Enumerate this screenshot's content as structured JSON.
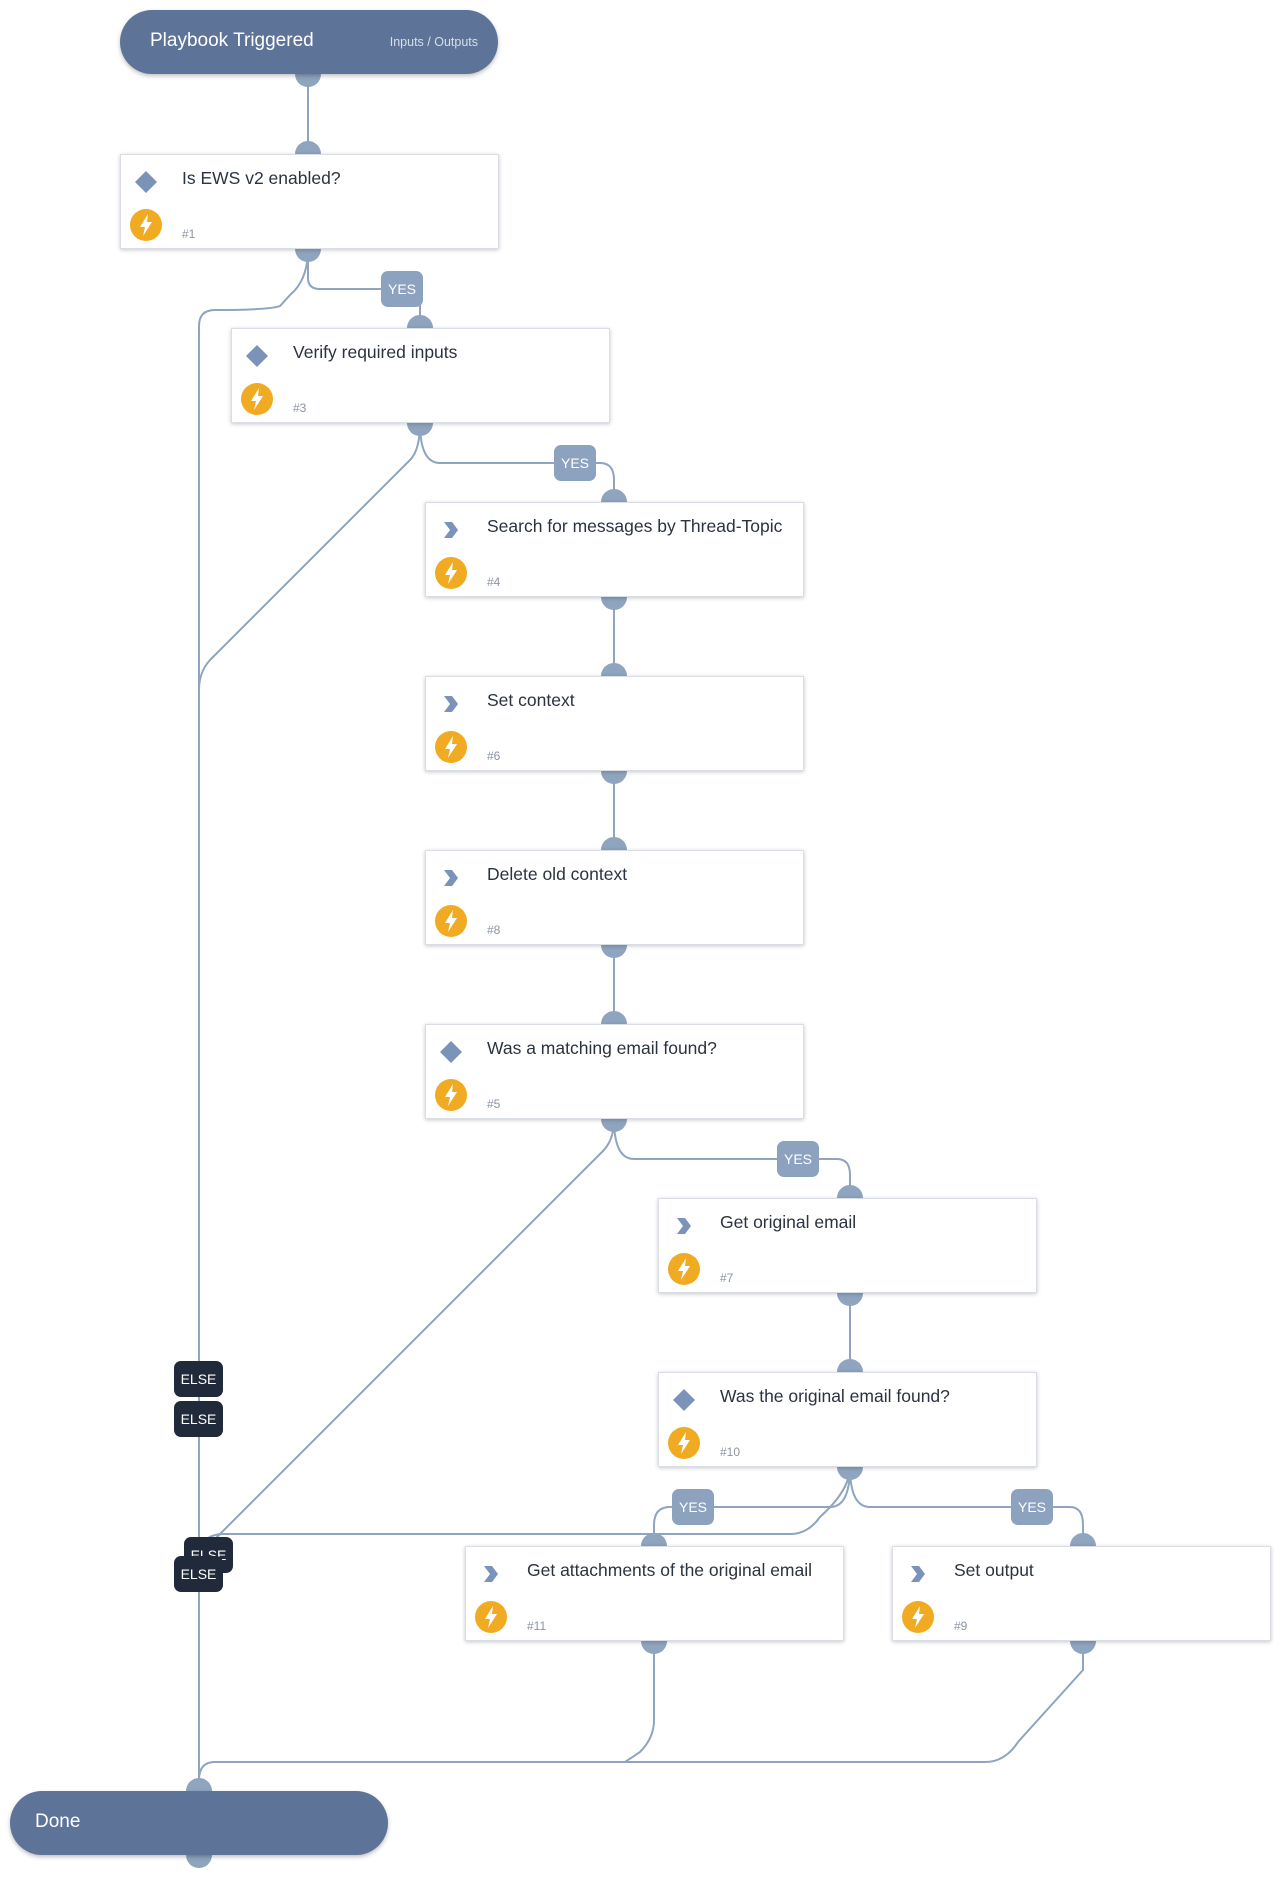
{
  "colors": {
    "edge": "#8ea4bf",
    "pill": "#5d7498",
    "yes_badge": "#8da2bf",
    "else_badge": "#202a3a",
    "bolt": "#f0ab22",
    "condition_icon": "#7b93b8",
    "action_icon": "#7b93b8"
  },
  "start": {
    "title": "Playbook Triggered",
    "links": "Inputs / Outputs"
  },
  "end": {
    "title": "Done"
  },
  "tasks": [
    {
      "id": "#1",
      "name": "Is EWS v2 enabled?",
      "kind": "condition",
      "icon": "diamond-icon"
    },
    {
      "id": "#3",
      "name": "Verify required inputs",
      "kind": "condition",
      "icon": "diamond-icon"
    },
    {
      "id": "#4",
      "name": "Search for messages by Thread-Topic",
      "kind": "action",
      "icon": "chevron-right-icon"
    },
    {
      "id": "#6",
      "name": "Set context",
      "kind": "action",
      "icon": "chevron-right-icon"
    },
    {
      "id": "#8",
      "name": "Delete old context",
      "kind": "action",
      "icon": "chevron-right-icon"
    },
    {
      "id": "#5",
      "name": "Was a matching email found?",
      "kind": "condition",
      "icon": "diamond-icon"
    },
    {
      "id": "#7",
      "name": "Get original email",
      "kind": "action",
      "icon": "chevron-right-icon"
    },
    {
      "id": "#10",
      "name": "Was the original email found?",
      "kind": "condition",
      "icon": "diamond-icon"
    },
    {
      "id": "#11",
      "name": "Get attachments of the original email",
      "kind": "action",
      "icon": "chevron-right-icon"
    },
    {
      "id": "#9",
      "name": "Set output",
      "kind": "action",
      "icon": "chevron-right-icon"
    }
  ],
  "labels": {
    "yes": "YES",
    "else": "ELSE"
  }
}
